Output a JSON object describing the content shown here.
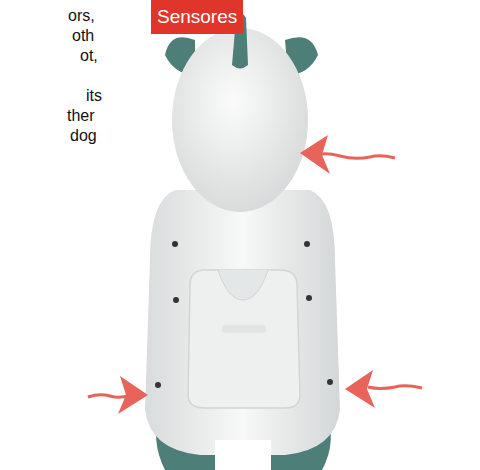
{
  "diagram": {
    "nodes": [
      {
        "text": [
          "Sensores"
        ]
      }
    ],
    "labels": [
      "ors,",
      "oth",
      "ot,",
      "its",
      "ther",
      "dog"
    ]
  }
}
